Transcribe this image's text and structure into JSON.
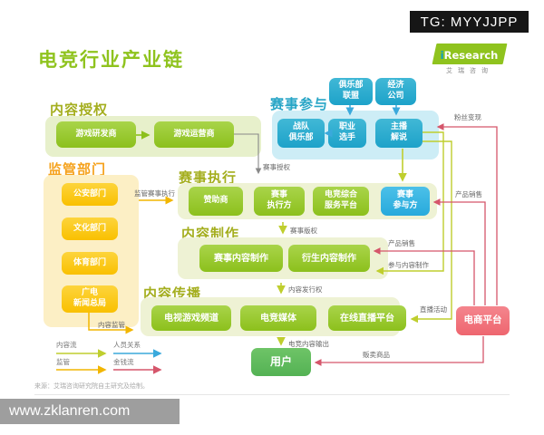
{
  "banner": {
    "text": "TG: MYYJJPP"
  },
  "logo": {
    "brand_i": "i",
    "brand_rest": "Research",
    "subtitle": "艾瑞咨询"
  },
  "page_title": "电竞行业产业链",
  "sections": {
    "content_auth": {
      "title": "内容授权",
      "boxes": [
        "游戏研发商",
        "游戏运营商"
      ]
    },
    "regulators": {
      "title": "监管部门",
      "boxes": [
        "公安部门",
        "文化部门",
        "体育部门",
        "广电\n新闻总局"
      ]
    },
    "participation": {
      "title": "赛事参与",
      "top_boxes": [
        "俱乐部\n联盟",
        "经济\n公司"
      ],
      "boxes": [
        "战队\n俱乐部",
        "职业\n选手",
        "主播\n解说"
      ]
    },
    "execution": {
      "title": "赛事执行",
      "boxes": [
        "赞助商",
        "赛事\n执行方",
        "电竞综合\n服务平台",
        "赛事\n参与方"
      ]
    },
    "production": {
      "title": "内容制作",
      "boxes": [
        "赛事内容制作",
        "衍生内容制作"
      ]
    },
    "distribution": {
      "title": "内容传播",
      "boxes": [
        "电视游戏频道",
        "电竞媒体",
        "在线直播平台"
      ]
    },
    "user_box": "用户",
    "ecommerce_box": "电商平台"
  },
  "flow_labels": {
    "fans_monetization": "粉丝变现",
    "event_authorization": "赛事授权",
    "supervise_event_execution": "监管赛事执行",
    "content_supervision": "内容监管",
    "event_copyright": "赛事版权",
    "product_sales_top": "产品销售",
    "product_sales_mid": "产品销售",
    "participate_production": "参与内容制作",
    "content_publish_right": "内容发行权",
    "live_activity": "直播活动",
    "esports_content_output": "电竞内容输出",
    "sell_goods": "贩卖商品"
  },
  "legend": {
    "items": [
      {
        "label": "内容流",
        "color": "#bfce2e"
      },
      {
        "label": "人员关系",
        "color": "#3aa9dc"
      },
      {
        "label": "监管",
        "color": "#f2b600"
      },
      {
        "label": "金钱流",
        "color": "#d5566b"
      }
    ]
  },
  "source_note": "来源：艾瑞咨询研究院自主研究及绘制。",
  "watermark": "www.zklanren.com",
  "colors": {
    "brand_green": "#8fc31e",
    "box_green": "#8cc01c",
    "box_yellow": "#f9c000",
    "box_teal": "#1da2c9",
    "box_blue": "#27aadc",
    "box_pink": "#ee666f",
    "user_green": "#54b254",
    "title_olive": "#a4ae1e",
    "title_orange": "#f5a21d",
    "title_teal": "#27a5c6"
  }
}
